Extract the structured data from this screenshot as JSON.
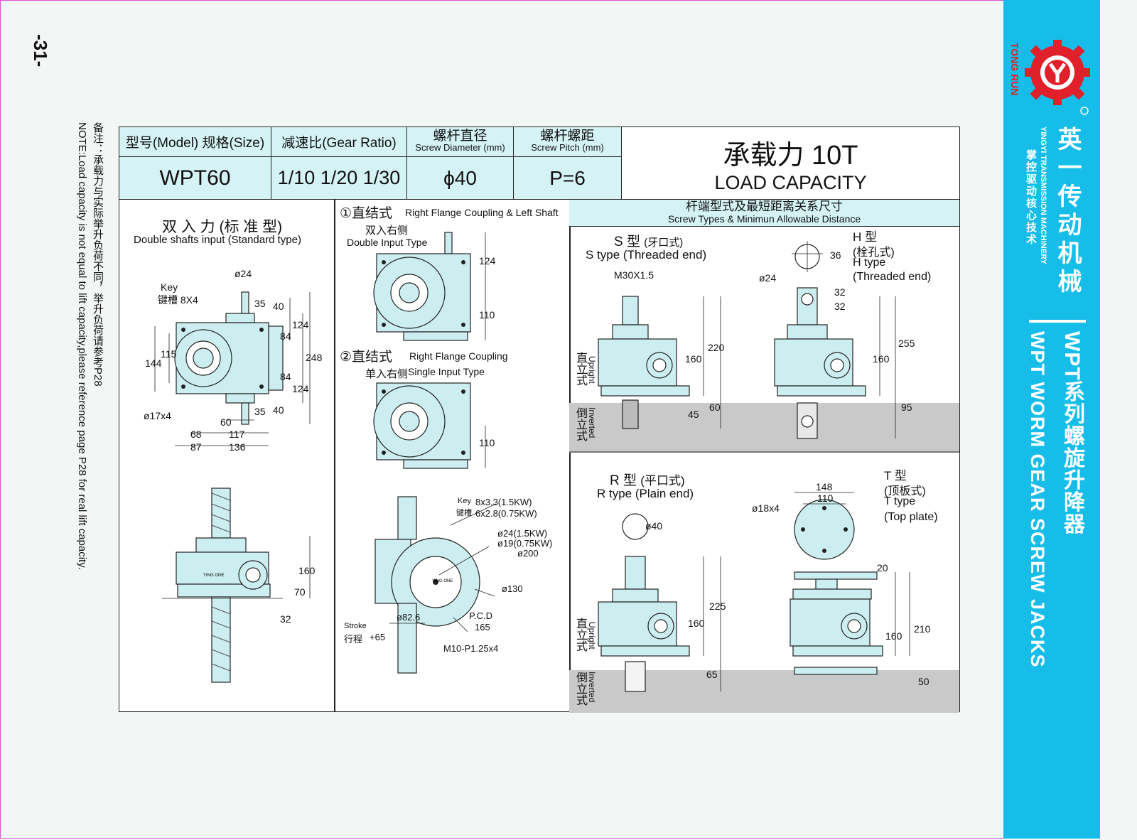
{
  "page_number": "-31-",
  "note": {
    "cn": "备注：承载力与实际举升负荷不同，举升负荷请参考P28",
    "en": "NOTE:Load capacity is not equal to lift capacity,please reference page P28 for real lift capacity."
  },
  "brand": {
    "logo_text": "TONG RUN",
    "registered": "®",
    "name_cn": "英一传动机械",
    "name_en": "YINGYI TRANSMISSION MACHINERY",
    "slogan": "掌控驱动核心技术",
    "series_cn": "WPT系列螺旋升降器",
    "series_en": "WPT WORM GEAR SCREW JACKS"
  },
  "spec": {
    "model_header": "型号(Model)  规格(Size)",
    "ratio_header": "减速比(Gear Ratio)",
    "diameter_header_cn": "螺杆直径",
    "diameter_header_en": "Screw Diameter (mm)",
    "pitch_header_cn": "螺杆螺距",
    "pitch_header_en": "Screw Pitch (mm)",
    "model": "WPT60",
    "ratio": "1/10  1/20  1/30",
    "diameter": "ϕ40",
    "pitch": "P=6",
    "load_cn": "承载力  10T",
    "load_en": "LOAD CAPACITY"
  },
  "left_panel": {
    "title_cn": "双 入 力  (标 准 型)",
    "title_en": "Double shafts input (Standard type)",
    "key_en": "Key",
    "key_cn": "键槽  8X4",
    "dims": {
      "d24": "ø24",
      "d35a": "35",
      "d40a": "40",
      "d124a": "124",
      "d84a": "84",
      "d248": "248",
      "d84b": "84",
      "d124b": "124",
      "d35b": "35",
      "d40b": "40",
      "d144": "144",
      "d115": "115",
      "d17x4": "ø17x4",
      "d60": "60",
      "d68": "68",
      "d117": "117",
      "d87": "87",
      "d136": "136",
      "d160": "160",
      "d70": "70",
      "d32": "32"
    }
  },
  "mid_panel": {
    "type1_title": "①直结式",
    "type1_en": "Right Flange Coupling & Left Shaft",
    "type1_sub_cn": "双入右侧",
    "type1_sub_en": "Double Input Type",
    "type2_title": "②直结式",
    "type2_en": "Right Flange Coupling",
    "type2_sub_cn": "单入右侧",
    "type2_sub_en": "Single Input Type",
    "dims": {
      "d124": "124",
      "d110a": "110",
      "d110b": "110",
      "key_en": "Key",
      "key_cn": "键槽",
      "key1": "8x3.3(1.5KW)",
      "key2": "6x2.8(0.75KW)",
      "shaft1": "ø24(1.5KW)",
      "shaft2": "ø19(0.75KW)",
      "d200": "ø200",
      "d130": "ø130",
      "d82": "ø82.6",
      "pcd": "P.C.D",
      "pcd_val": "165",
      "bolt": "M10-P1.25x4",
      "stroke_en": "Stroke",
      "stroke_cn": "行程",
      "stroke_val": "+65"
    }
  },
  "screw_types": {
    "title_cn": "杆端型式及最短距离关系尺寸",
    "title_en": "Screw Types & Minimun Allowable Distance",
    "upright_cn": "直立式",
    "upright_en": "Upright",
    "inverted_cn": "倒立式",
    "inverted_en": "Inverted",
    "s": {
      "cn": "S 型",
      "cn2": "(牙口式)",
      "en": "S type (Threaded end)",
      "thread": "M30X1.5",
      "d220": "220",
      "d160": "160",
      "d60": "60",
      "d45": "45"
    },
    "h": {
      "cn": "H 型",
      "cn2": "(栓孔式)",
      "en1": "H type",
      "en2": "(Threaded end)",
      "d36": "36",
      "d24": "ø24",
      "d32a": "32",
      "d32b": "32",
      "d255": "255",
      "d160": "160",
      "d95": "95"
    },
    "r": {
      "cn": "R 型",
      "cn2": "(平口式)",
      "en": "R type (Plain end)",
      "d40": "ø40",
      "d225": "225",
      "d160": "160",
      "d65": "65"
    },
    "t": {
      "cn": "T 型",
      "cn2": "(顶板式)",
      "en1": "T type",
      "en2": "(Top plate)",
      "d148": "148",
      "d110": "110",
      "d18": "ø18x4",
      "d20": "20",
      "d210": "210",
      "d160": "160",
      "d50": "50"
    }
  },
  "logo_mark": "YING ONE"
}
